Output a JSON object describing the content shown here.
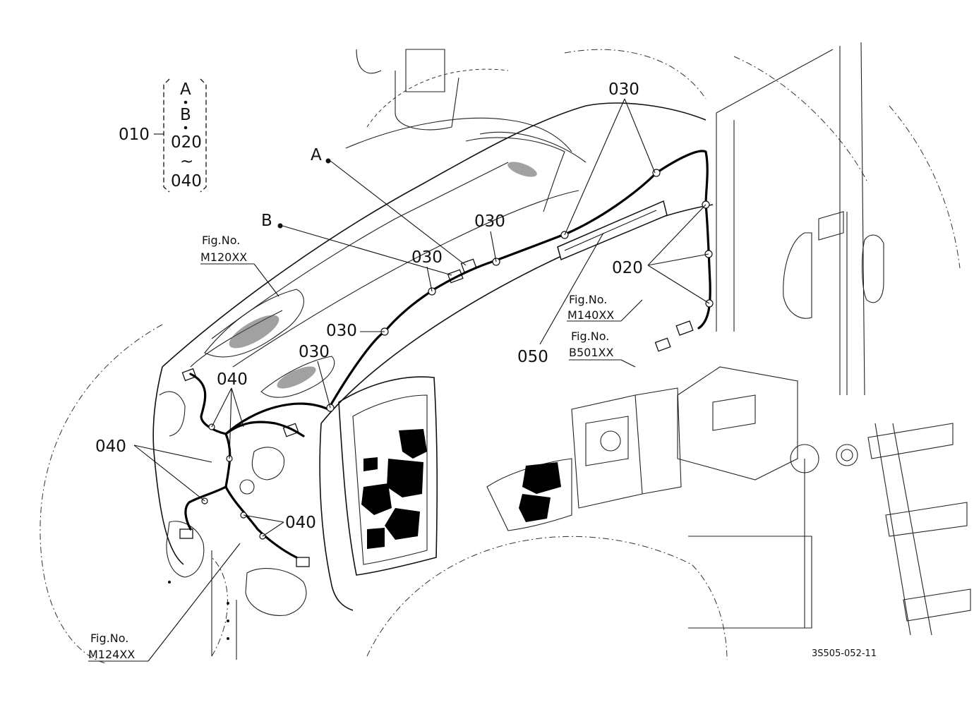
{
  "bracket": {
    "part": "010",
    "items": [
      "A",
      "B",
      "020",
      "~",
      "040"
    ]
  },
  "callouts": {
    "a": "A",
    "b": "B",
    "p030_top": "030",
    "p030_mid": "030",
    "p030_left": "030",
    "p030_low1": "030",
    "p030_low2": "030",
    "p020": "020",
    "p050": "050",
    "p040_top": "040",
    "p040_left": "040",
    "p040_bottom": "040"
  },
  "figure_refs": {
    "m120": {
      "title": "Fig.No.",
      "code": "M120XX"
    },
    "m140": {
      "title": "Fig.No.",
      "code": "M140XX"
    },
    "b501": {
      "title": "Fig.No.",
      "code": "B501XX"
    },
    "m124": {
      "title": "Fig.No.",
      "code": "M124XX"
    }
  },
  "drawing_code": "3S505-052-11"
}
